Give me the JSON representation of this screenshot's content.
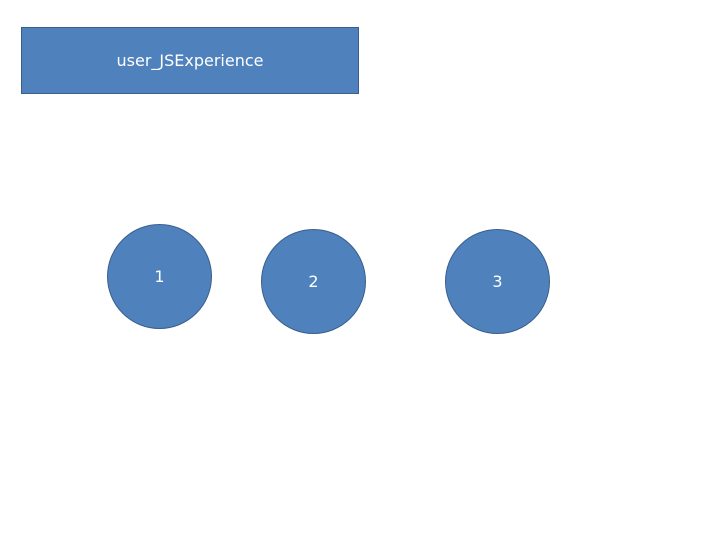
{
  "diagram": {
    "title_box": {
      "label": "user_JSExperience",
      "fill": "#4f81bd",
      "stroke": "#3a5f8c",
      "text_color": "#ffffff"
    },
    "nodes": [
      {
        "label": "1"
      },
      {
        "label": "2"
      },
      {
        "label": "3"
      }
    ],
    "colors": {
      "background": "#ffffff",
      "node_fill": "#4f81bd",
      "node_stroke": "#3a5f8c",
      "node_text": "#ffffff"
    }
  }
}
